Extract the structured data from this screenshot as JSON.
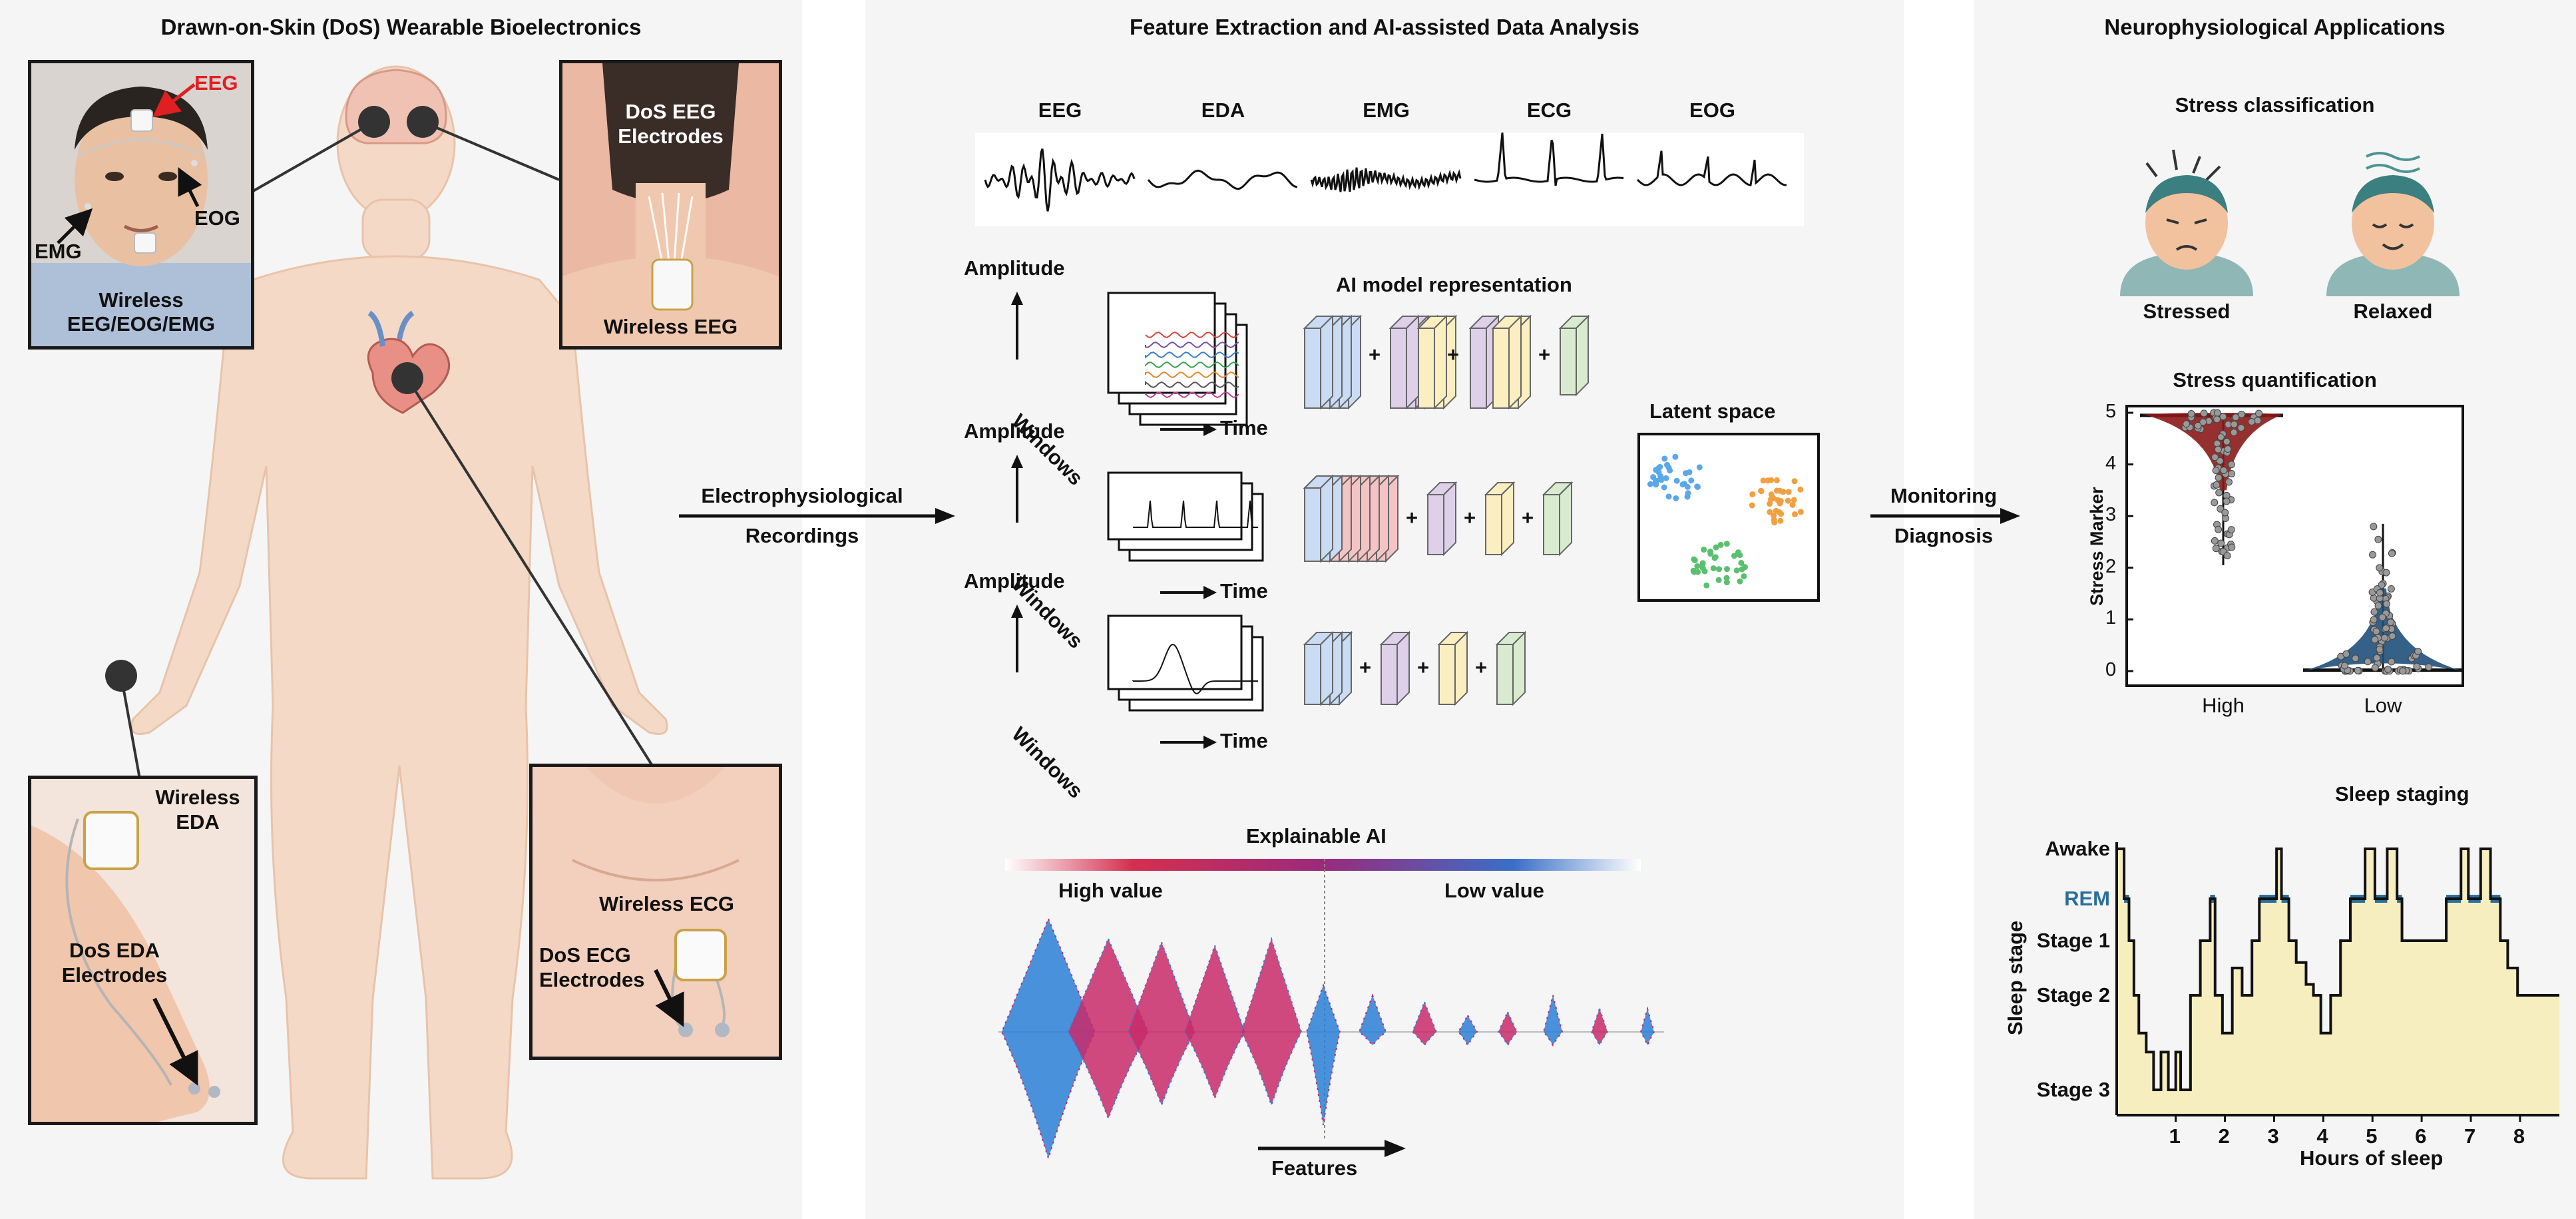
{
  "panels": {
    "left_title": "Drawn-on-Skin (DoS) Wearable Bioelectronics",
    "middle_title": "Feature Extraction and AI-assisted Data Analysis",
    "right_title": "Neurophysiological Applications"
  },
  "left": {
    "face_labels": {
      "eeg": "EEG",
      "eog": "EOG",
      "emg": "EMG",
      "caption_line1": "Wireless",
      "caption_line2": "EEG/EOG/EMG"
    },
    "neck_labels": {
      "electrodes_line1": "DoS EEG",
      "electrodes_line2": "Electrodes",
      "caption": "Wireless EEG"
    },
    "wrist_labels": {
      "device_line1": "Wireless",
      "device_line2": "EDA",
      "electrodes_line1": "DoS EDA",
      "electrodes_line2": "Electrodes"
    },
    "chest_labels": {
      "device": "Wireless ECG",
      "electrodes_line1": "DoS ECG",
      "electrodes_line2": "Electrodes"
    }
  },
  "arrows": {
    "left_line1": "Electrophysiological",
    "left_line2": "Recordings",
    "right_line1": "Monitoring",
    "right_line2": "Diagnosis"
  },
  "signals": [
    "EEG",
    "EDA",
    "EMG",
    "ECG",
    "EOG"
  ],
  "model": {
    "title": "AI model representation",
    "amplitude": "Amplitude",
    "windows": "Windows",
    "time": "Time",
    "plus": "+",
    "latent_title": "Latent space",
    "colors": {
      "blue": "#c9dcf3",
      "purple": "#ddd0e8",
      "yellow": "#fbeec0",
      "green": "#d8ebcf",
      "red": "#f4c4c4"
    }
  },
  "xai": {
    "title": "Explainable AI",
    "high": "High value",
    "low": "Low value",
    "features": "Features"
  },
  "stress": {
    "classification_title": "Stress classification",
    "stressed": "Stressed",
    "relaxed": "Relaxed",
    "quant_title": "Stress quantification",
    "ylabel": "Stress Marker",
    "yticks": [
      "0",
      "1",
      "2",
      "3",
      "4",
      "5"
    ],
    "xticks": [
      "High",
      "Low"
    ]
  },
  "chart_data": {
    "type": "area",
    "title": "Sleep staging",
    "xlabel": "Hours of sleep",
    "ylabel": "Sleep stage",
    "xlim": [
      -0.2,
      8.8
    ],
    "x_ticks": [
      1,
      2,
      3,
      4,
      5,
      6,
      7,
      8
    ],
    "y_categories": [
      "Stage 3",
      "Stage 2",
      "Stage 1",
      "REM",
      "Awake"
    ],
    "rem_color": "#2a6f9b",
    "fill_color": "#f7eec0",
    "series": [
      {
        "x": [
          -0.2,
          -0.05,
          0.05,
          0.15,
          0.25,
          0.4,
          0.55,
          0.7,
          0.85,
          1.0,
          1.1,
          1.3,
          1.5,
          1.7,
          1.8,
          1.95,
          2.15,
          2.35,
          2.55,
          2.7,
          2.85,
          3.05,
          3.15,
          3.3,
          3.45,
          3.65,
          3.8,
          3.95,
          4.15,
          4.35,
          4.55,
          4.7,
          4.85,
          5.0,
          5.05,
          5.3,
          5.5,
          5.6,
          5.8,
          6.5,
          6.65,
          6.8,
          6.95,
          7.05,
          7.2,
          7.4,
          7.6,
          7.75,
          7.95,
          8.1,
          8.8
        ],
        "stage": [
          4,
          3,
          2,
          1,
          0.6,
          0.4,
          0,
          0.4,
          0,
          0.4,
          0,
          1,
          2,
          3,
          1,
          0.6,
          1.5,
          1,
          2,
          3,
          3,
          4,
          3,
          2,
          1.6,
          1.2,
          1,
          0.6,
          1,
          2,
          3,
          3,
          4,
          4,
          3,
          4,
          3,
          2,
          2,
          3,
          3,
          4,
          3,
          3,
          4,
          3,
          2,
          1.5,
          1,
          1,
          1
        ]
      }
    ]
  }
}
